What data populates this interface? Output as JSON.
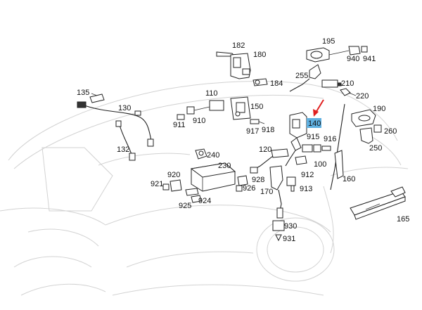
{
  "diagram": {
    "highlight_color": "#5fb0e0",
    "arrow_color": "#e02020",
    "highlighted_label": "140",
    "labels": {
      "l130": "130",
      "l132": "132",
      "l135": "135",
      "l110": "110",
      "l150": "150",
      "l182": "182",
      "l180": "180",
      "l184": "184",
      "l911": "911",
      "l910": "910",
      "l917": "917",
      "l918": "918",
      "l195": "195",
      "l940": "940",
      "l941": "941",
      "l255": "255",
      "l210": "210",
      "l220": "220",
      "l140": "140",
      "l190": "190",
      "l260": "260",
      "l250": "250",
      "l915": "915",
      "l916": "916",
      "l120": "120",
      "l100": "100",
      "l240": "240",
      "l230": "230",
      "l920": "920",
      "l921": "921",
      "l925": "925",
      "l924": "924",
      "l928": "928",
      "l926": "926",
      "l912": "912",
      "l913": "913",
      "l170": "170",
      "l160": "160",
      "l930": "930",
      "l931": "931",
      "l165": "165"
    }
  }
}
